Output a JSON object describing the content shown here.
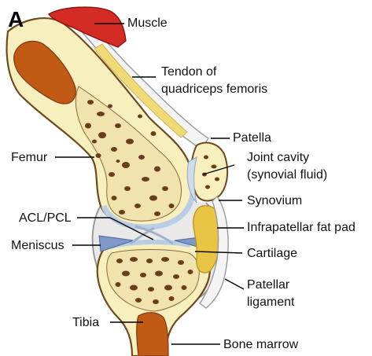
{
  "figure": {
    "panel_letter": "A",
    "labels": {
      "muscle": "Muscle",
      "tendon_line1": "Tendon of",
      "tendon_line2": "quadriceps femoris",
      "patella": "Patella",
      "femur": "Femur",
      "joint_cavity_line1": "Joint cavity",
      "joint_cavity_line2": "(synovial fluid)",
      "synovium": "Synovium",
      "acl_pcl": "ACL/PCL",
      "infrapatellar_fat_pad": "Infrapatellar fat pad",
      "meniscus": "Meniscus",
      "cartilage": "Cartilage",
      "patellar_ligament_line1": "Patellar",
      "patellar_ligament_line2": "ligament",
      "tibia": "Tibia",
      "bone_marrow": "Bone marrow"
    },
    "colors": {
      "bone": "#f8efbf",
      "marrow": "#c15a14",
      "spongy_pore": "#6a3d1c",
      "muscle": "#d42b24",
      "cartilage": "#cfdcec",
      "meniscus": "#7f98c8",
      "fat_pad": "#e8c542",
      "synovium": "#d6d6d6"
    }
  }
}
